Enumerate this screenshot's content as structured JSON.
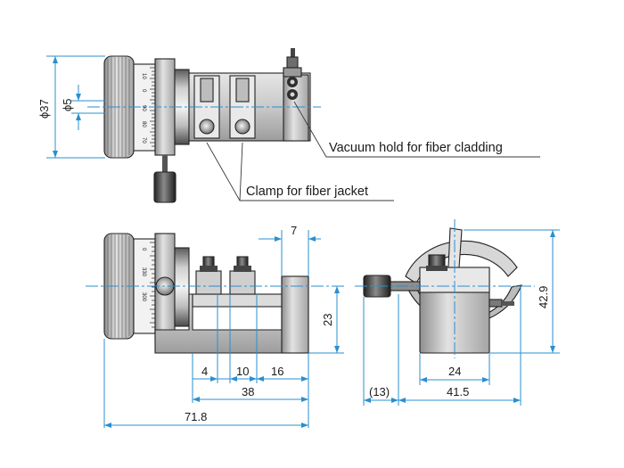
{
  "callouts": {
    "vacuum": "Vacuum hold for fiber cladding",
    "clamp": "Clamp for fiber jacket"
  },
  "dimensions": {
    "phi37": "ϕ37",
    "phi5": "ϕ5",
    "d7": "7",
    "d23": "23",
    "d4": "4",
    "d10": "10",
    "d16": "16",
    "d38": "38",
    "d71_8": "71.8",
    "d24": "24",
    "d13": "(13)",
    "d41_5": "41.5",
    "d42_9": "42.9"
  },
  "micrometer": {
    "top_ticks": [
      "10",
      "0",
      "90",
      "80",
      "70"
    ],
    "front_ticks": [
      "0",
      "330",
      "300"
    ]
  },
  "colors": {
    "dimension_line": "#2a8fd0",
    "body_dark": "#3c3c3c",
    "body_mid": "#8a8a8a",
    "body_light": "#d6d6d6"
  }
}
